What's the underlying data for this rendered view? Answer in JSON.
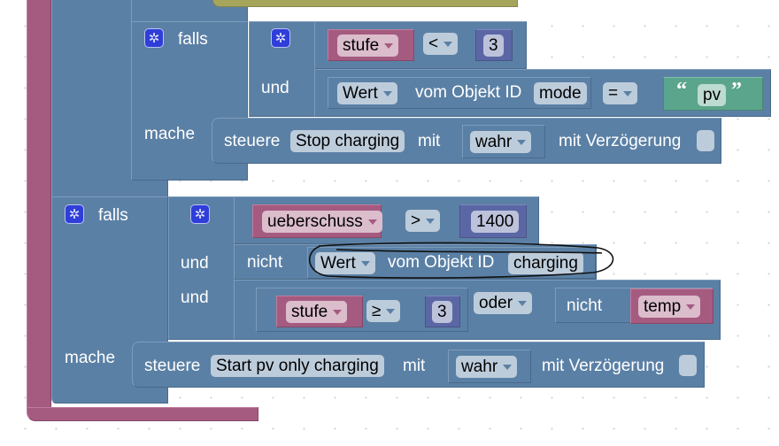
{
  "colors": {
    "logic_block": "#5b80a5",
    "variable_block": "#a55b80",
    "number_block": "#5b67a5",
    "text_block": "#5ba58c",
    "loop_block": "#a5a55b",
    "gear": "#2f3ed8"
  },
  "block1": {
    "if_label": "falls",
    "gear_icon": "gear-icon",
    "cond1": {
      "variable": "stufe",
      "operator": "<",
      "value": "3"
    },
    "and_label": "und",
    "cond2": {
      "value_dropdown": "Wert",
      "from_object": "vom Objekt ID",
      "object_id": "mode",
      "operator": "=",
      "open_quote": "“",
      "text": "pv",
      "close_quote": "”"
    },
    "do_label": "mache",
    "action": {
      "control_label": "steuere",
      "target": "Stop charging",
      "with_label": "mit",
      "value": "wahr",
      "delay_label": "mit Verzögerung"
    }
  },
  "block2": {
    "if_label": "falls",
    "cond1": {
      "variable": "ueberschuss",
      "operator": ">",
      "value": "1400"
    },
    "and1_label": "und",
    "cond2": {
      "not_label": "nicht",
      "value_dropdown": "Wert",
      "from_object": "vom Objekt ID",
      "object_id": "charging"
    },
    "and2_label": "und",
    "cond3": {
      "variable": "stufe",
      "operator": "≥",
      "value": "3",
      "or_op": "oder",
      "not_label": "nicht",
      "not_variable": "temp"
    },
    "do_label": "mache",
    "action": {
      "control_label": "steuere",
      "target": "Start pv only charging",
      "with_label": "mit",
      "value": "wahr",
      "delay_label": "mit Verzögerung"
    }
  }
}
